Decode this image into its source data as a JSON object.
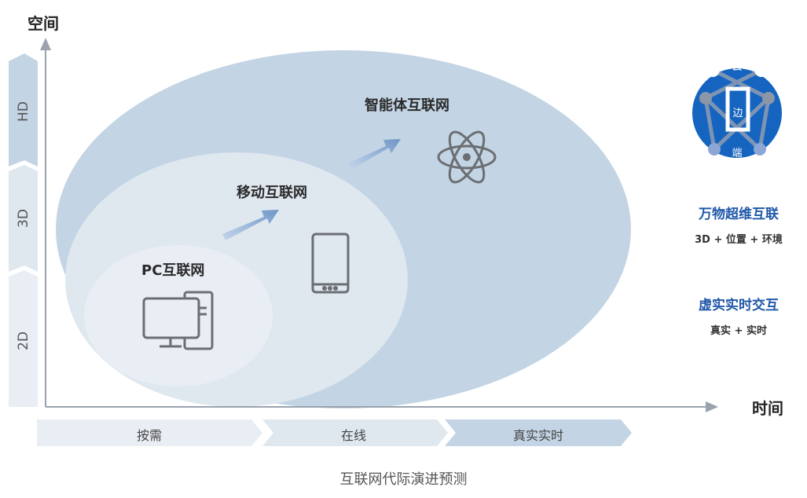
{
  "axes": {
    "y_label": "空间",
    "x_label": "时间"
  },
  "dimensions": [
    "HD",
    "3D",
    "2D"
  ],
  "stages": [
    "按需",
    "在线",
    "真实实时"
  ],
  "eras": {
    "pc": "PC互联网",
    "mobile": "移动互联网",
    "intelligent": "智能体互联网"
  },
  "cloud_edge_device": {
    "top": "云",
    "middle": "边",
    "bottom": "端"
  },
  "features": [
    {
      "title": "万物超维互联",
      "subtitle": "3D + 位置 + 环境"
    },
    {
      "title": "虚实实时交互",
      "subtitle": "真实 + 实时"
    }
  ],
  "caption": "互联网代际演进预测",
  "colors": {
    "accent": "#1f57a8",
    "badge": "#1565c0",
    "large_ellipse": "#c3d4e4",
    "mid_ellipse": "#dfe7ef",
    "small_ellipse": "#e9eef5"
  }
}
